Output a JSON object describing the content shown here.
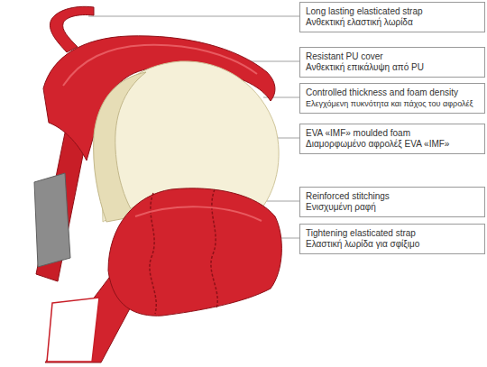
{
  "diagram": {
    "nodes": [
      {
        "text": [
          "Long lasting elasticated strap",
          "Ανθεκτική ελαστική λωρίδα"
        ]
      },
      {
        "text": [
          "Resistant PU cover",
          "Ανθεκτική επικάλυψη από PU"
        ]
      },
      {
        "text": [
          "Controlled thickness and foam density",
          "Ελεγχόμενη πυκνότητα και πάχος του αφρολέξ"
        ]
      },
      {
        "text": [
          "EVA «IMF» moulded foam",
          "Διαμορφωμένο αφρολέξ EVA «IMF»"
        ]
      },
      {
        "text": [
          "Reinforced stitchings",
          "Ενισχυμένη ραφή"
        ]
      },
      {
        "text": [
          "Tightening elasticated strap",
          "Ελαστική λωρίδα για σφίξιμο"
        ]
      }
    ]
  }
}
